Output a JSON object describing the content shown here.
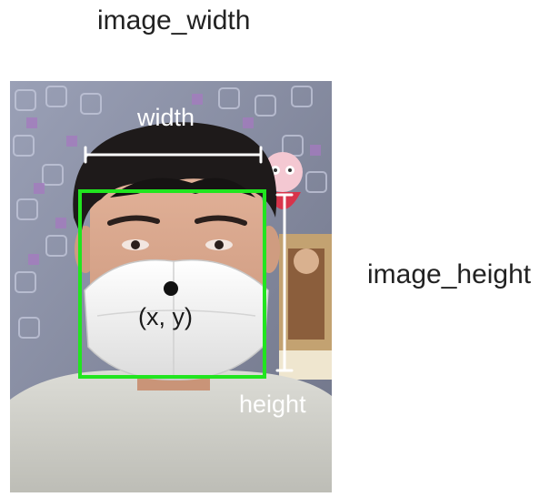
{
  "labels": {
    "image_width": "image_width",
    "image_height": "image_height",
    "width": "width",
    "height": "height",
    "center": "(x, y)"
  },
  "colors": {
    "bounding_box": "#21e51f",
    "measure_lines": "#ffffff",
    "center_dot": "#111111",
    "outer_text": "#222222"
  }
}
